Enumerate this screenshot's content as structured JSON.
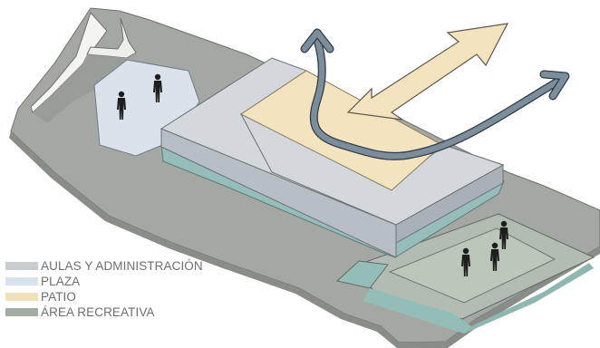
{
  "diagram": {
    "colors": {
      "ground": "#a3a59f",
      "ground_edge": "#6b6d69",
      "plaza": "#dbe2ec",
      "building_top": "#d4d8dc",
      "building_side": "#b5bcc1",
      "building_base": "#96bdb9",
      "patio": "#f3e3be",
      "recreation": "#b8c3b8",
      "arrow_bidirectional": "#f3e3be",
      "arrow_flow": "#7c8d9b",
      "figure": "#1e1e1e"
    },
    "icons": [
      "person-figure-icon",
      "double-arrow-icon",
      "flow-arrow-icon"
    ]
  },
  "legend": {
    "items": [
      {
        "label": "AULAS Y ADMINISTRACIÓN",
        "color": "#c8cdd1"
      },
      {
        "label": "PLAZA",
        "color": "#d8e1ee"
      },
      {
        "label": "PATIO",
        "color": "#f1e1bc"
      },
      {
        "label": "ÁREA RECREATIVA",
        "color": "#a3ada3"
      }
    ]
  }
}
